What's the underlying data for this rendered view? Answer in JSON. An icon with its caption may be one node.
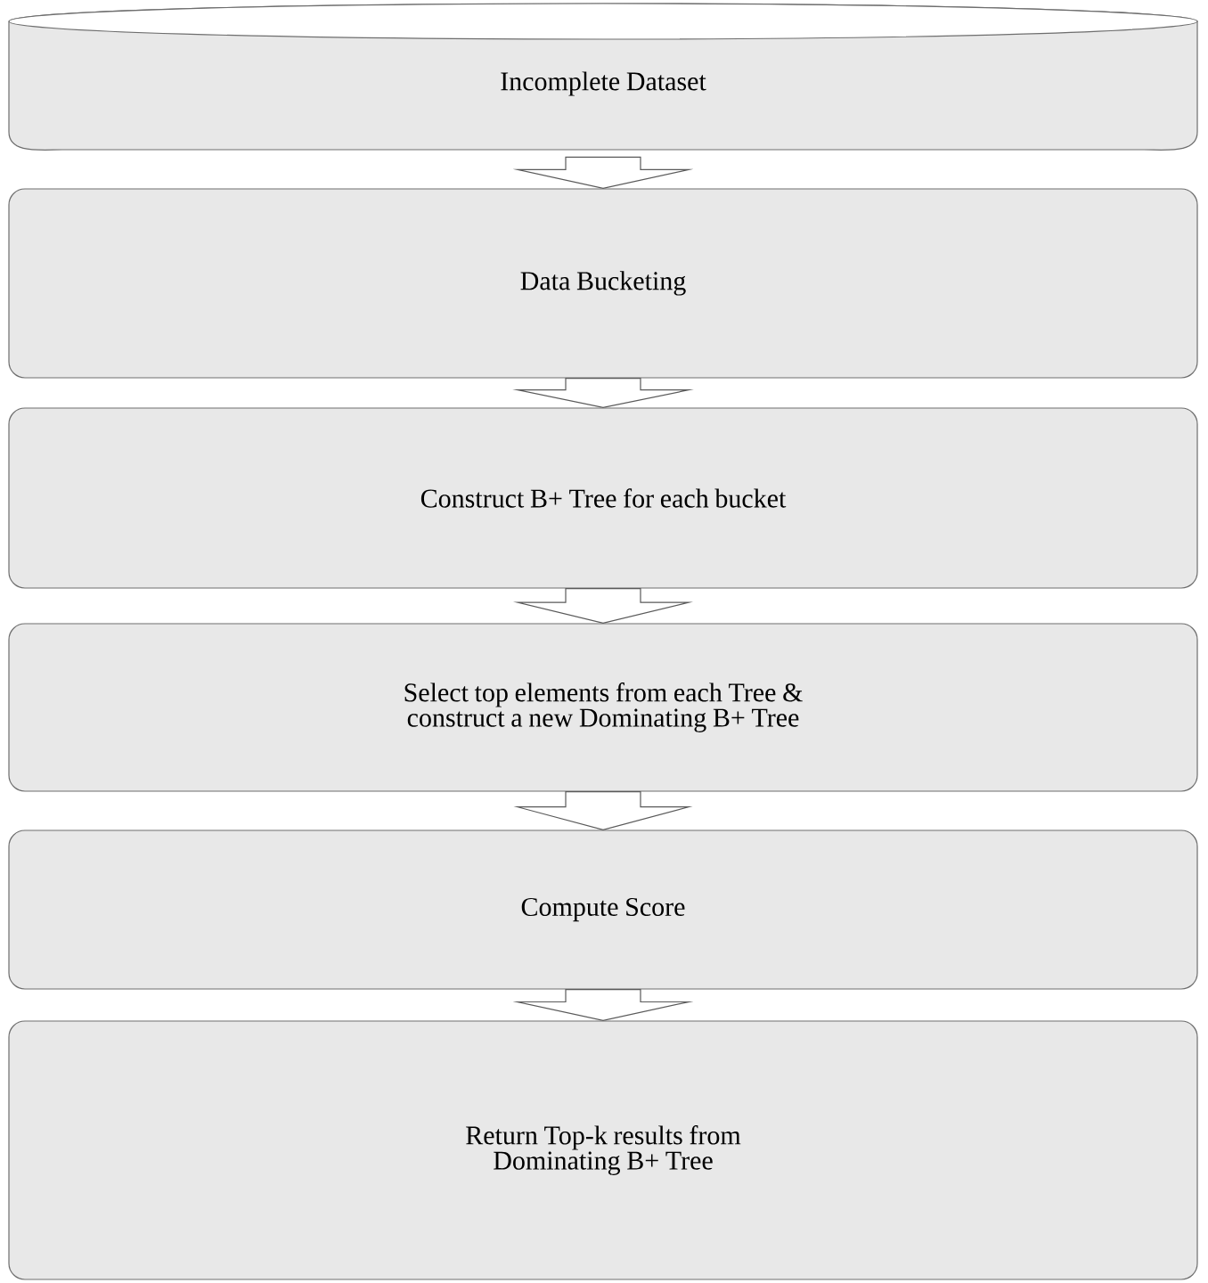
{
  "diagram": {
    "nodes": [
      {
        "text": [
          "Incomplete Dataset"
        ]
      },
      {
        "text": [
          "Data Bucketing"
        ]
      },
      {
        "text": [
          "Construct B+ Tree for each bucket"
        ]
      },
      {
        "text": [
          "Select top elements from each Tree & construct a new Dominating B+ Tree"
        ]
      },
      {
        "text": [
          "Compute Score"
        ]
      },
      {
        "text": [
          "Return Top-k results from Dominating B+ Tree"
        ]
      }
    ],
    "edges": [
      {
        "from": 0,
        "to": 1,
        "arrow": "to"
      },
      {
        "from": 1,
        "to": 2,
        "arrow": "to"
      },
      {
        "from": 2,
        "to": 3,
        "arrow": "to"
      },
      {
        "from": 3,
        "to": 4,
        "arrow": "to"
      },
      {
        "from": 4,
        "to": 5,
        "arrow": "to"
      }
    ]
  }
}
